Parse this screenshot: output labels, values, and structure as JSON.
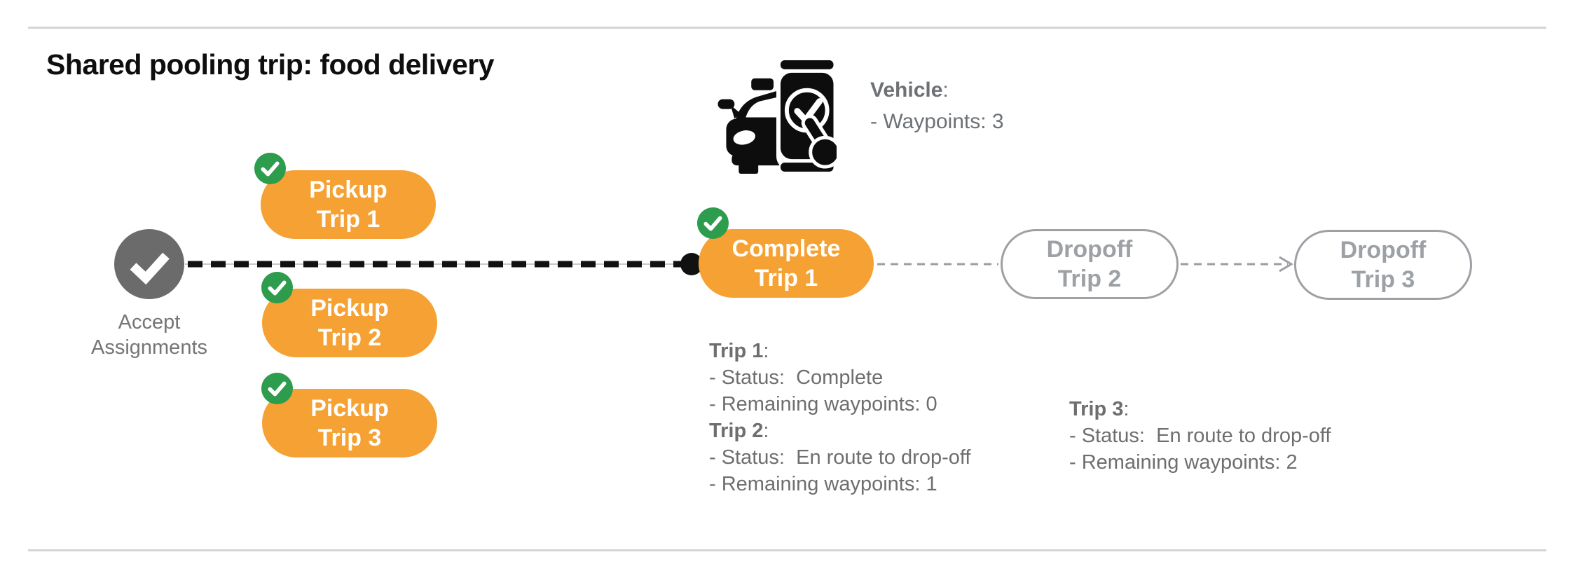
{
  "title": "Shared pooling trip: food delivery",
  "vehicle": {
    "icon": "car-phone-check-icon",
    "label": "Vehicle",
    "colon": ":",
    "waypoints_line": "- Waypoints: 3"
  },
  "start_node": {
    "icon": "check-icon",
    "label_line1": "Accept",
    "label_line2": "Assignments"
  },
  "nodes": [
    {
      "id": "pickup-trip-1",
      "line1": "Pickup",
      "line2": "Trip 1",
      "state": "complete"
    },
    {
      "id": "pickup-trip-2",
      "line1": "Pickup",
      "line2": "Trip 2",
      "state": "complete"
    },
    {
      "id": "pickup-trip-3",
      "line1": "Pickup",
      "line2": "Trip 3",
      "state": "complete"
    },
    {
      "id": "complete-trip-1",
      "line1": "Complete",
      "line2": "Trip 1",
      "state": "complete"
    },
    {
      "id": "dropoff-trip-2",
      "line1": "Dropoff",
      "line2": "Trip 2",
      "state": "pending"
    },
    {
      "id": "dropoff-trip-3",
      "line1": "Dropoff",
      "line2": "Trip 3",
      "state": "pending"
    }
  ],
  "trips": [
    {
      "label": "Trip 1",
      "colon": ":",
      "status_line": "- Status:  Complete",
      "waypoints_line": "- Remaining waypoints: 0"
    },
    {
      "label": "Trip 2",
      "colon": ":",
      "status_line": "- Status:  En route to drop-off",
      "waypoints_line": "- Remaining waypoints: 1"
    },
    {
      "label": "Trip 3",
      "colon": ":",
      "status_line": "- Status:  En route to drop-off",
      "waypoints_line": "- Remaining waypoints: 2"
    }
  ],
  "colors": {
    "orange": "#f5a133",
    "green": "#2e9c4d",
    "gray_node": "#6b6b6b",
    "gray_text": "#6e6e6e",
    "outline_gray": "#9da1a5",
    "line_black": "#111111",
    "rule_gray": "#d5d5d5"
  }
}
